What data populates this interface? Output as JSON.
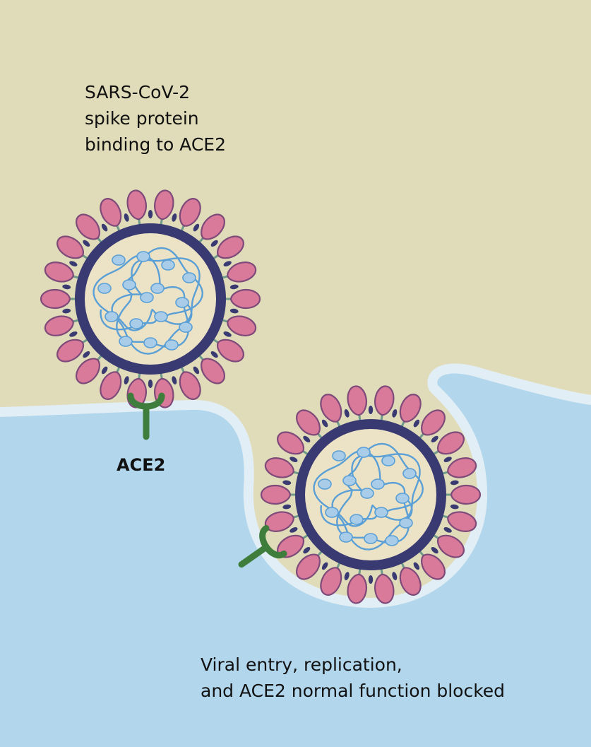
{
  "labels": {
    "spike_lines": [
      "SARS-CoV-2",
      "spike protein",
      "binding to ACE2"
    ],
    "ace2": "ACE2",
    "entry_lines": [
      "Viral entry, replication,",
      "and ACE2 normal function blocked"
    ]
  },
  "colors": {
    "outside_background": "#e0dbb8",
    "cell_interior": "#b2d7ed",
    "cell_membrane": "#e2eef5",
    "virus_envelope": "#3a3a72",
    "virus_interior": "#ece3c6",
    "spike_fill": "#d97a9b",
    "spike_outline": "#7e4a79",
    "rna": "#5a9fd6",
    "ace2_receptor": "#3f7d3c"
  }
}
